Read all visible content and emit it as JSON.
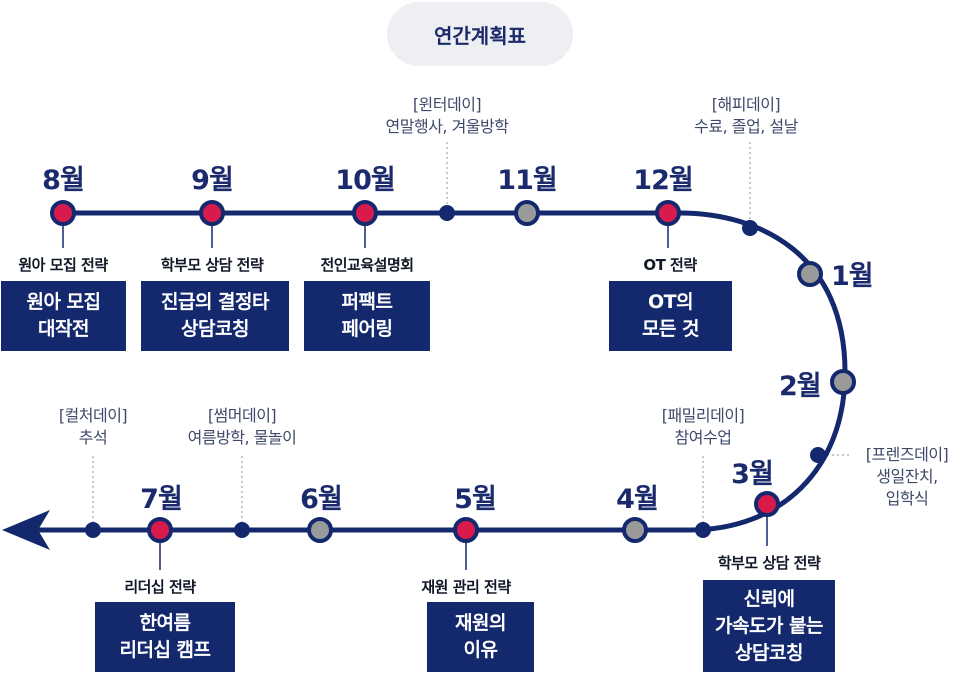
{
  "title": "연간계획표",
  "months": {
    "aug": "8월",
    "sep": "9월",
    "oct": "10월",
    "nov": "11월",
    "dec": "12월",
    "jan": "1월",
    "feb": "2월",
    "mar": "3월",
    "apr": "4월",
    "may": "5월",
    "jun": "6월",
    "jul": "7월"
  },
  "strategies": {
    "aug": "원아 모집 전략",
    "sep": "학부모 상담 전략",
    "oct": "전인교육설명회",
    "dec": "OT 전략",
    "mar": "학부모 상담 전략",
    "may": "재원 관리 전략",
    "jul": "리더십 전략"
  },
  "programs": {
    "aug": [
      "원아 모집",
      "대작전"
    ],
    "sep": [
      "진급의 결정타",
      "상담코칭"
    ],
    "oct": [
      "퍼팩트",
      "페어링"
    ],
    "dec": [
      "OT의",
      "모든 것"
    ],
    "mar": [
      "신뢰에",
      "가속도가 붙는",
      "상담코칭"
    ],
    "may": [
      "재원의",
      "이유"
    ],
    "jul": [
      "한여름",
      "리더십 캠프"
    ]
  },
  "events": {
    "winter": [
      "[윈터데이]",
      "연말행사, 겨울방학"
    ],
    "happy": [
      "[해피데이]",
      "수료, 졸업, 설날"
    ],
    "friends": [
      "[프렌즈데이]",
      "생일잔치,",
      "입학식"
    ],
    "family": [
      "[패밀리데이]",
      "참여수업"
    ],
    "summer": [
      "[썸머데이]",
      "여름방학, 물놀이"
    ],
    "culture": [
      "[컬처데이]",
      "추석"
    ]
  },
  "colors": {
    "line": "#14286e",
    "highlight_dot": "#d81b4c",
    "plain_dot": "#9a9a9a",
    "title_bg": "#eeeff3"
  }
}
